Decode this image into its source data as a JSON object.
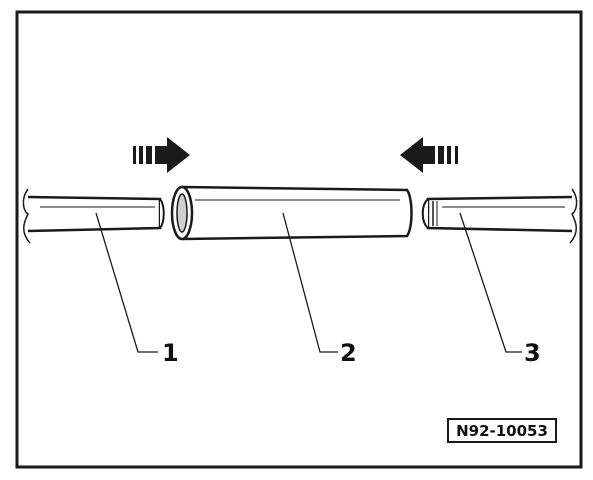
{
  "diagram": {
    "callouts": [
      {
        "id": "1",
        "label": "1"
      },
      {
        "id": "2",
        "label": "2"
      },
      {
        "id": "3",
        "label": "3"
      }
    ],
    "reference_code": "N92-10053"
  },
  "colors": {
    "line": "#1a1a1a",
    "fill": "#ffffff",
    "shade": "#cfcfcf"
  }
}
